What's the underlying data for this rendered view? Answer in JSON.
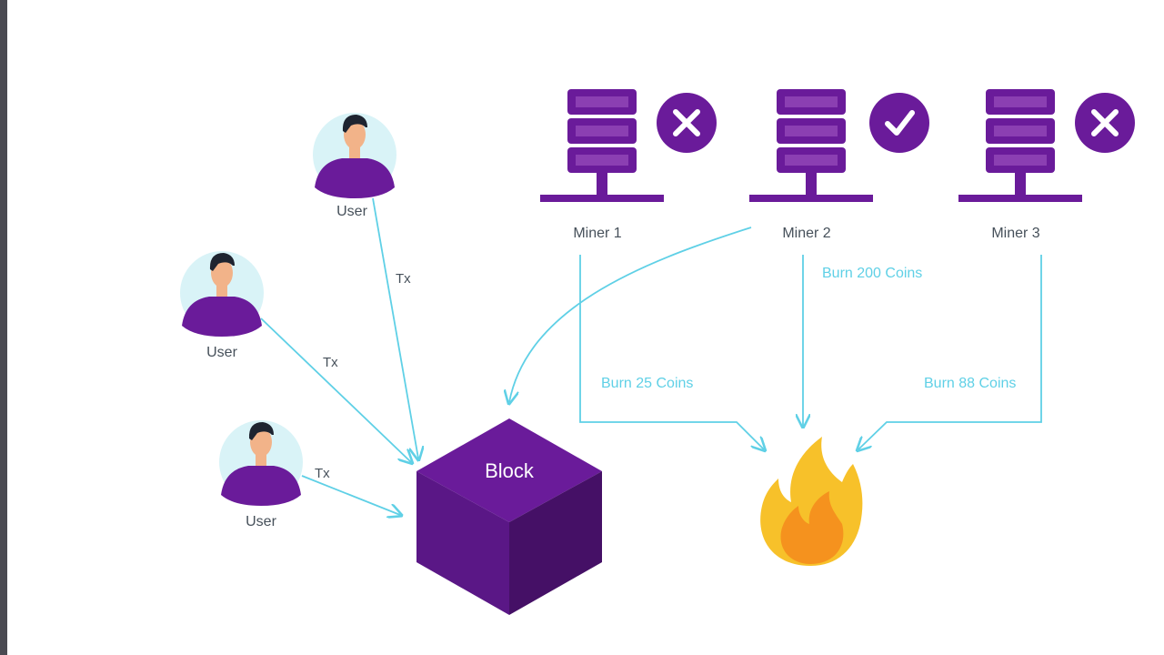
{
  "users": [
    {
      "label": "User"
    },
    {
      "label": "User"
    },
    {
      "label": "User"
    }
  ],
  "transactions": [
    {
      "label": "Tx"
    },
    {
      "label": "Tx"
    },
    {
      "label": "Tx"
    }
  ],
  "miners": [
    {
      "label": "Miner 1",
      "status": "rejected",
      "status_icon": "x-icon"
    },
    {
      "label": "Miner 2",
      "status": "accepted",
      "status_icon": "check-icon"
    },
    {
      "label": "Miner 3",
      "status": "rejected",
      "status_icon": "x-icon"
    }
  ],
  "burns": [
    {
      "label": "Burn 25 Coins"
    },
    {
      "label": "Burn 200 Coins"
    },
    {
      "label": "Burn 88 Coins"
    }
  ],
  "block": {
    "label": "Block"
  },
  "colors": {
    "purple": "#6a1b9a",
    "purple_dark": "#4a1470",
    "arrow": "#5fd0e6",
    "skin": "#f2b389",
    "hair": "#1e2430",
    "avatar_bg": "#d9f3f7",
    "flame_outer": "#f7c12a",
    "flame_inner": "#f5921e"
  }
}
